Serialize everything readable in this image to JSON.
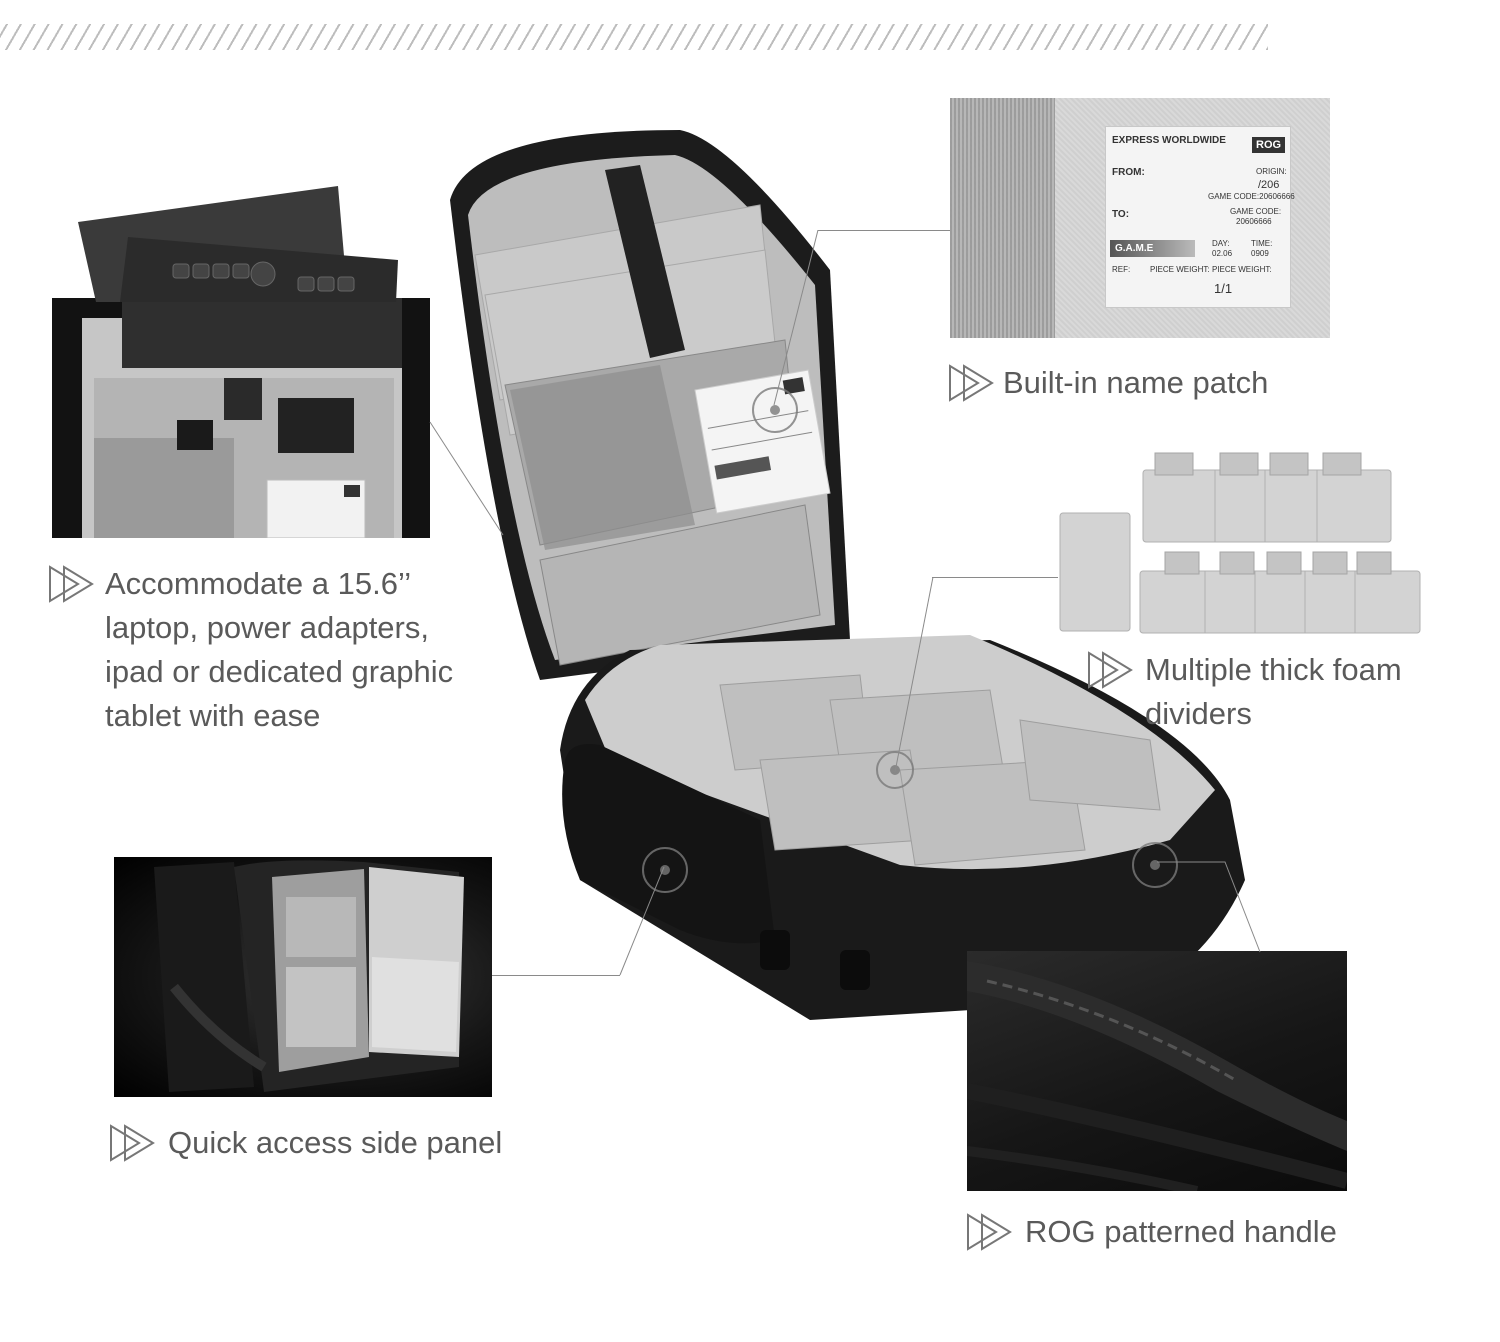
{
  "captions": {
    "laptop": "Accommodate a 15.6’’\nlaptop, power adapters,\nipad or dedicated graphic\ntablet with ease",
    "name_patch": "Built-in name patch",
    "foam": "Multiple thick foam\ndividers",
    "side_panel": "Quick access side panel",
    "handle": "ROG patterned handle"
  },
  "name_label": {
    "header": "EXPRESS WORLDWIDE",
    "badge": "ROG",
    "from": "FROM:",
    "origin": "ORIGIN:",
    "origin_value": "/206",
    "game_code_line": "GAME CODE:20606666",
    "to": "TO:",
    "game_code": "GAME CODE:",
    "game_code_value": "20606666",
    "game": "G.A.M.E",
    "day": "DAY:",
    "day_value": "02.06",
    "time": "TIME:",
    "time_value": "0909",
    "ref": "REF:",
    "piece_weight": "PIECE WEIGHT:",
    "piece_weight_2": "PIECE WEIGHT:",
    "count": "1/1"
  },
  "colors": {
    "caption_text": "#5a5a5a",
    "bag_black": "#1a1a1a",
    "lining_grey": "#bcbcbc",
    "leader_line": "#8a8a8a"
  },
  "icons": {
    "caption_marker": "double-play-arrow-icon"
  }
}
